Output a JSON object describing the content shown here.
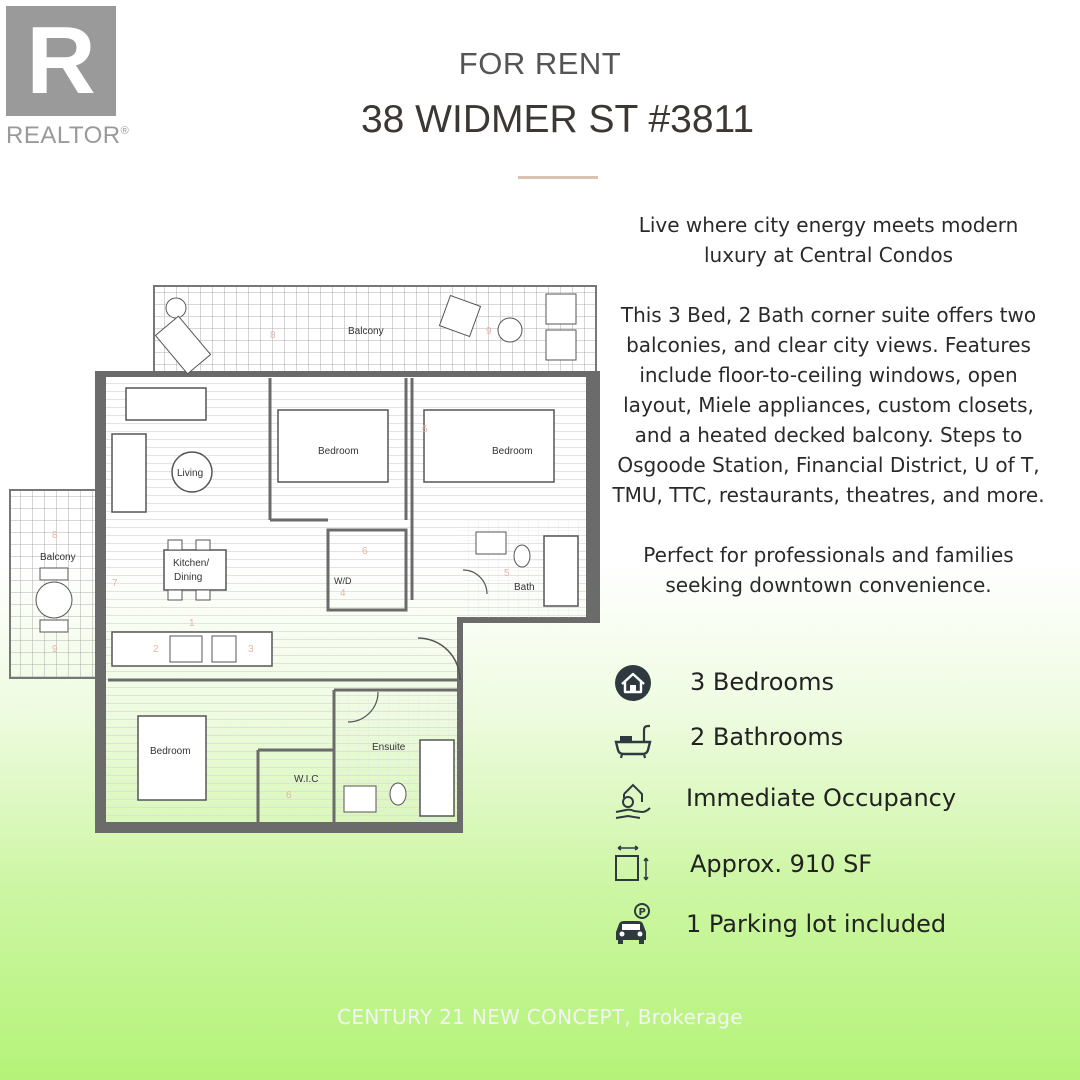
{
  "logo": {
    "letter": "R",
    "wordmark": "REALTOR",
    "trademark": "®"
  },
  "header": {
    "status": "FOR RENT",
    "address": "38 WIDMER ST #3811"
  },
  "description": {
    "p1": "Live where city energy meets modern luxury at Central Condos",
    "p2": "This 3 Bed, 2 Bath corner suite offers two balconies, and clear city views. Features include floor-to-ceiling windows, open layout, Miele appliances, custom closets, and a heated decked balcony. Steps to Osgoode Station, Financial District, U of T, TMU, TTC, restaurants, theatres, and more.",
    "p3": "Perfect for professionals and families seeking downtown convenience."
  },
  "features": [
    {
      "icon": "house-icon",
      "label": "3 Bedrooms"
    },
    {
      "icon": "bathtub-icon",
      "label": "2 Bathrooms"
    },
    {
      "icon": "hand-house-icon",
      "label": "Immediate Occupancy"
    },
    {
      "icon": "area-icon",
      "label": "Approx. 910 SF"
    },
    {
      "icon": "parking-car-icon",
      "label": "1 Parking lot included"
    }
  ],
  "floorplan": {
    "rooms": {
      "balcony_top": "Balcony",
      "balcony_left": "Balcony",
      "living": "Living",
      "kitchen": "Kitchen/",
      "dining": "Dining",
      "bedroom_1": "Bedroom",
      "bedroom_2": "Bedroom",
      "bedroom_3": "Bedroom",
      "wd": "W/D",
      "bath": "Bath",
      "ensuite": "Ensuite",
      "wic": "W.I.C"
    },
    "markers": [
      "1",
      "2",
      "3",
      "4",
      "5",
      "6",
      "6",
      "6",
      "7",
      "8",
      "9",
      "8",
      "9"
    ]
  },
  "footer": {
    "brokerage": "CENTURY 21 NEW CONCEPT, Brokerage"
  },
  "colors": {
    "accent": "#d6c3b4",
    "wall": "#6b6b6b",
    "marker": "#e2b5a8",
    "green": "#b4f378"
  }
}
